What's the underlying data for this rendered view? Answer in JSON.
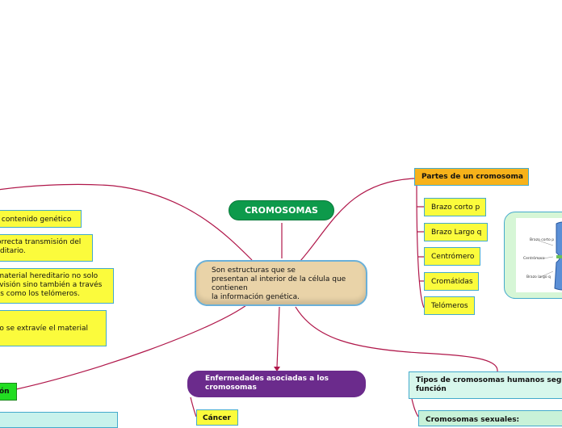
{
  "root": {
    "label": "CROMOSOMAS"
  },
  "center": {
    "lines": [
      "Son estructuras que se",
      "presentan al interior de la célula que",
      "contienen",
      "la información genética."
    ]
  },
  "partes": {
    "title": "Partes de un cromosoma",
    "items": [
      "Brazo corto p",
      "Brazo Largo q",
      "Centrómero",
      "Cromátidas",
      "Telómeros"
    ]
  },
  "diagram_image": {
    "labels": [
      "Brazo corto p",
      "Centrómero",
      "Brazo largo q"
    ],
    "chromosome_color": "#5b8fd6"
  },
  "left_nodes": [
    {
      "lines": [
        "el contenido genético"
      ]
    },
    {
      "lines": [
        "correcta transmisión del",
        "reditario."
      ]
    },
    {
      "lines": [
        "l material hereditario no solo",
        "división sino también a través",
        "ras como los telómeros."
      ]
    },
    {
      "lines": [
        "e o se extravíe el material"
      ]
    }
  ],
  "left_green": {
    "label": "ón"
  },
  "enfermedades": {
    "lines": [
      "Enfermedades asociadas a los",
      "cromosomas"
    ],
    "items": [
      "Cáncer"
    ]
  },
  "tipos": {
    "lines": [
      "Tipos de cromosomas humanos segu",
      "función"
    ],
    "items": [
      "Cromosomas sexuales:"
    ]
  },
  "colors": {
    "connector": "#b0174a",
    "root": "#0d9a4b",
    "partes": "#f7b21a",
    "enfermedades": "#6b2b8c",
    "node_yellow": "#fbfb3c",
    "node_border": "#44aacc"
  }
}
